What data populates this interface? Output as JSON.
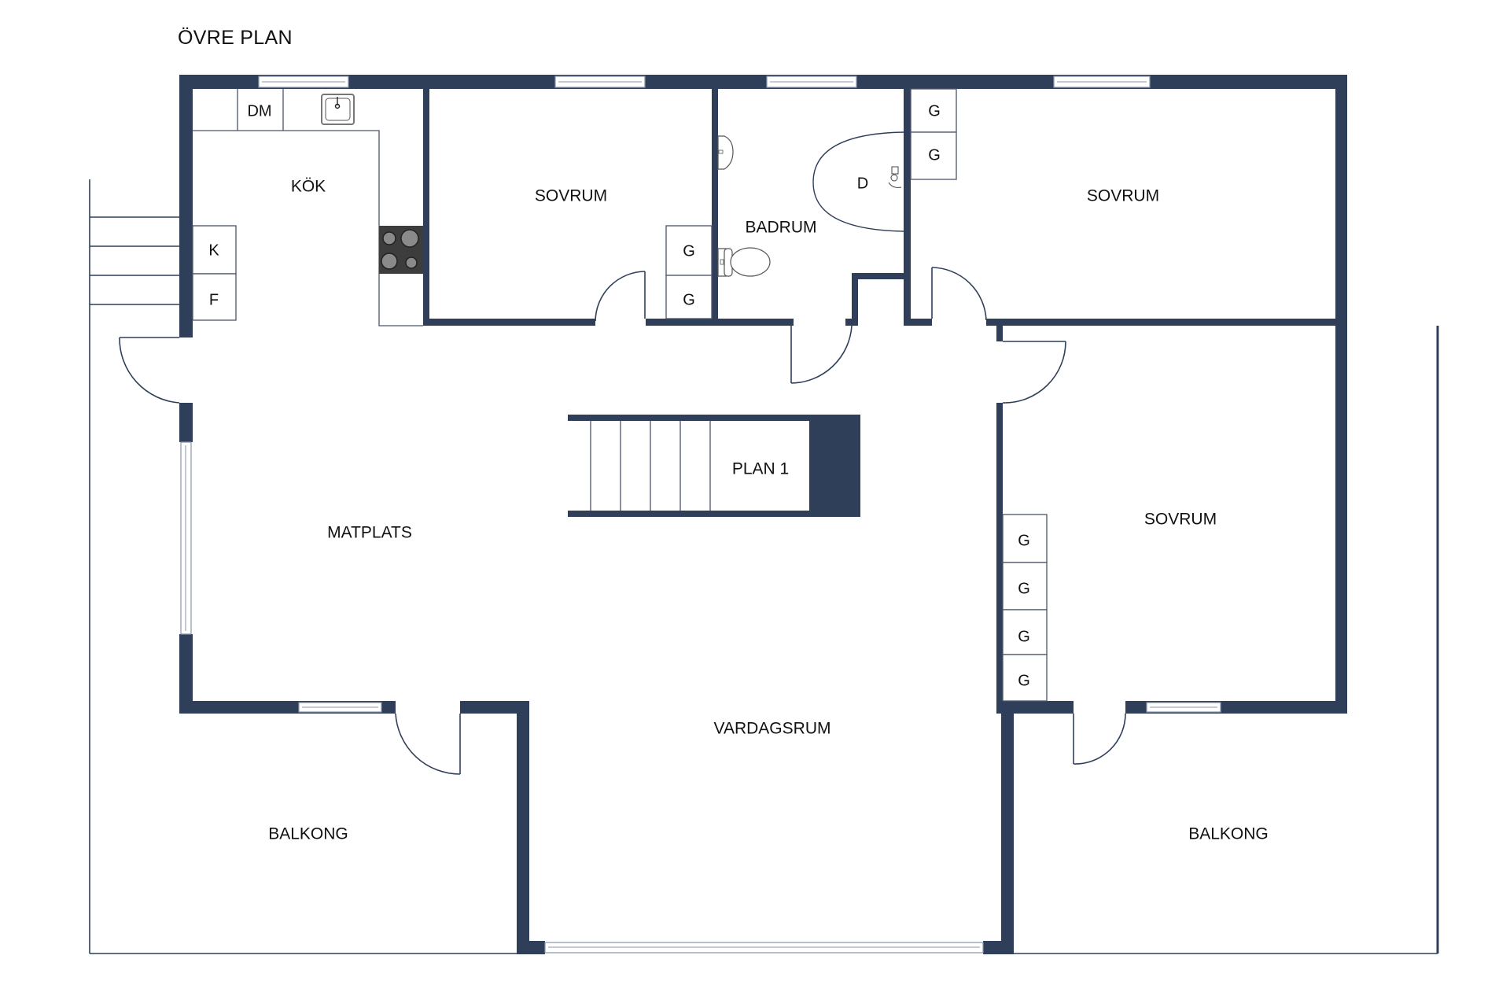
{
  "title": "ÖVRE PLAN",
  "colors": {
    "wall": "#2f3f5a",
    "line": "#2f3f5a",
    "stove": "#3d3d3d",
    "burner": "#8a8a8a",
    "background": "#ffffff"
  },
  "rooms": {
    "kok": "KÖK",
    "sovrum_1": "SOVRUM",
    "badrum": "BADRUM",
    "sovrum_2": "SOVRUM",
    "sovrum_3": "SOVRUM",
    "matplats": "MATPLATS",
    "vardagsrum": "VARDAGSRUM",
    "balkong_left": "BALKONG",
    "balkong_right": "BALKONG"
  },
  "stairs": {
    "label": "PLAN 1",
    "steps": 5
  },
  "fixtures": {
    "dishwasher": "DM",
    "fridge": "K",
    "freezer": "F",
    "shower": "D",
    "wardrobe": "G",
    "wardrobe_sovrum_1": [
      "G",
      "G"
    ],
    "wardrobe_sovrum_2": [
      "G",
      "G"
    ],
    "wardrobe_sovrum_3": [
      "G",
      "G",
      "G",
      "G"
    ]
  },
  "icons": [
    "sink-icon",
    "stove-icon",
    "washbasin-icon",
    "toilet-icon",
    "shower-faucet-icon",
    "window-icon",
    "door-swing-icon",
    "stairs-icon"
  ]
}
